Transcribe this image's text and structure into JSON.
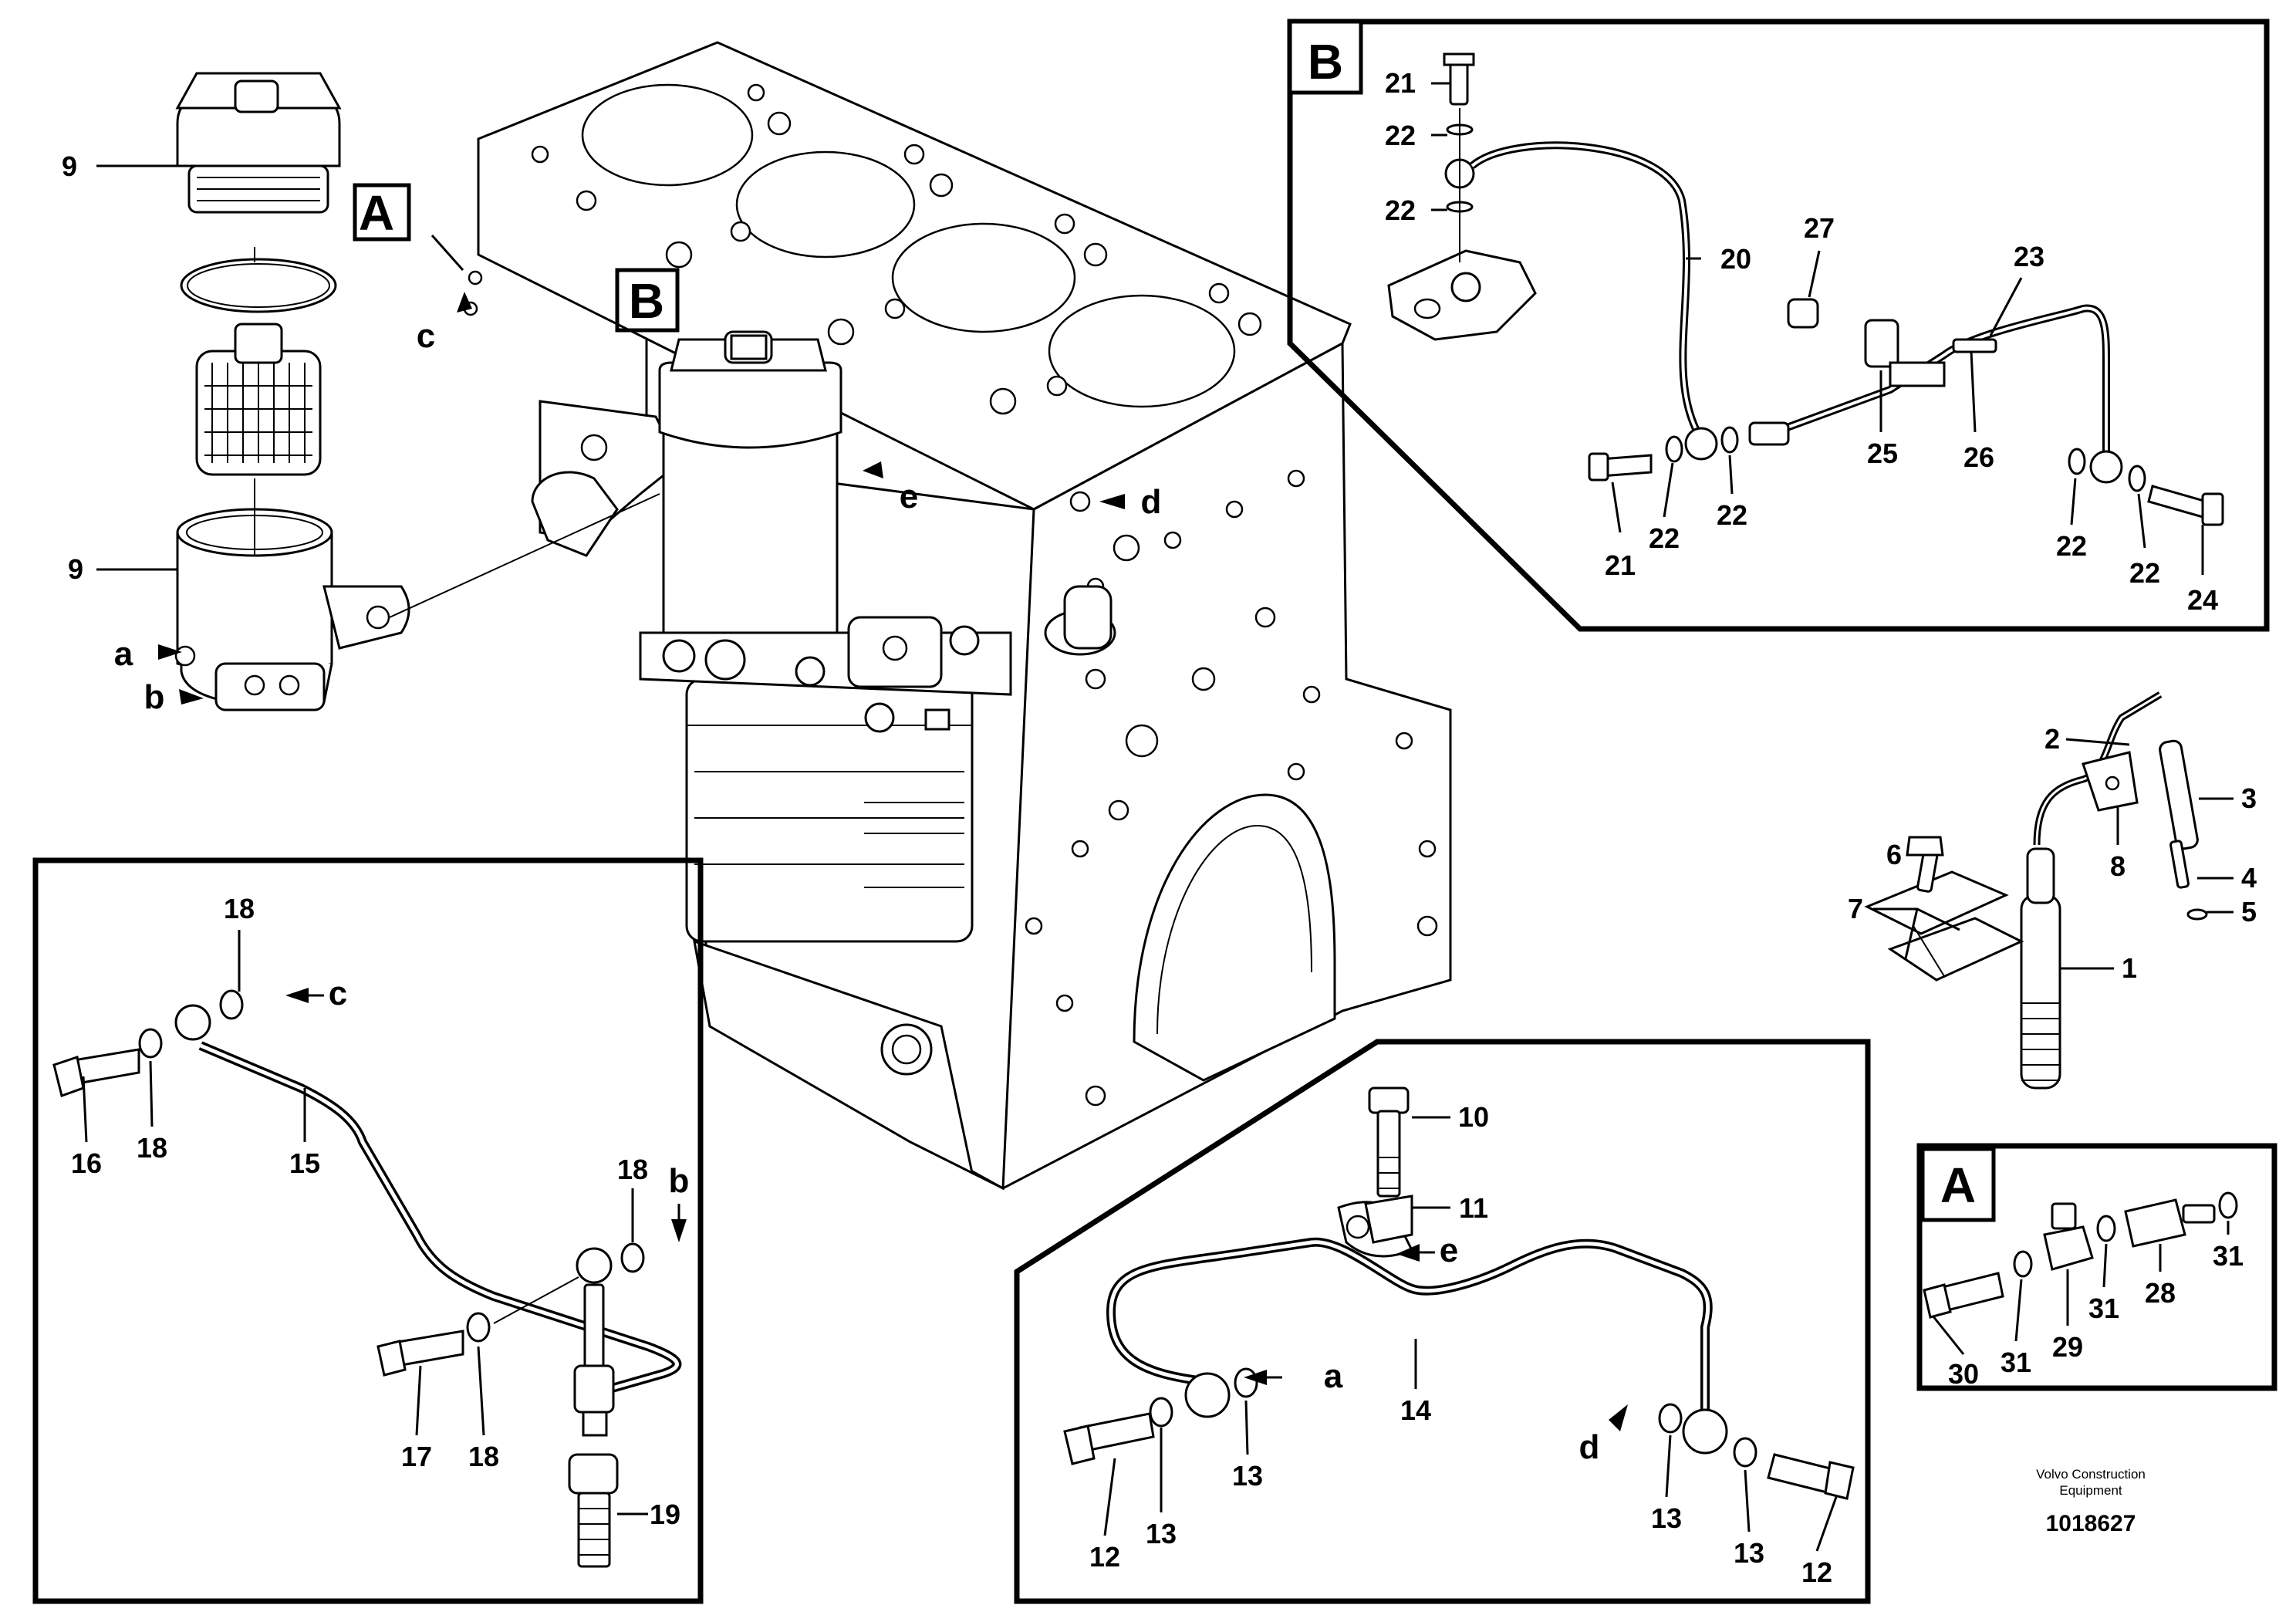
{
  "diagram": {
    "part_numbers": [
      "1",
      "2",
      "3",
      "4",
      "5",
      "6",
      "7",
      "8",
      "9",
      "10",
      "11",
      "12",
      "13",
      "14",
      "15",
      "16",
      "17",
      "18",
      "19",
      "20",
      "21",
      "22",
      "23",
      "24",
      "25",
      "26",
      "27",
      "28",
      "29",
      "30",
      "31"
    ],
    "detail_labels": {
      "A": "A",
      "B": "B"
    },
    "arrow_labels": {
      "a": "a",
      "b": "b",
      "c": "c",
      "d": "d",
      "e": "e"
    },
    "credit_line1": "Volvo Construction",
    "credit_line2": "Equipment",
    "document_number": "1018627"
  }
}
